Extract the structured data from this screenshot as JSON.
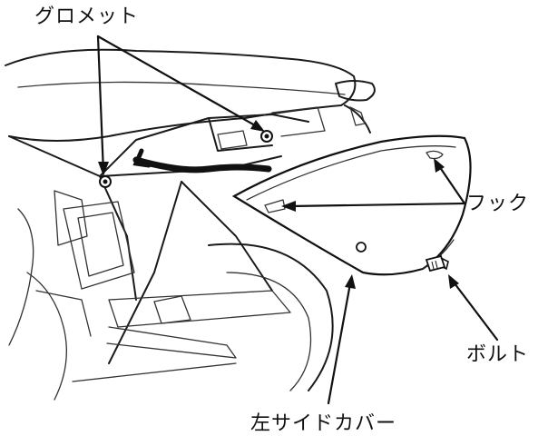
{
  "labels": {
    "grommet": "グロメット",
    "hook": "フック",
    "bolt": "ボルト",
    "left_side_cover": "左サイドカバー"
  }
}
